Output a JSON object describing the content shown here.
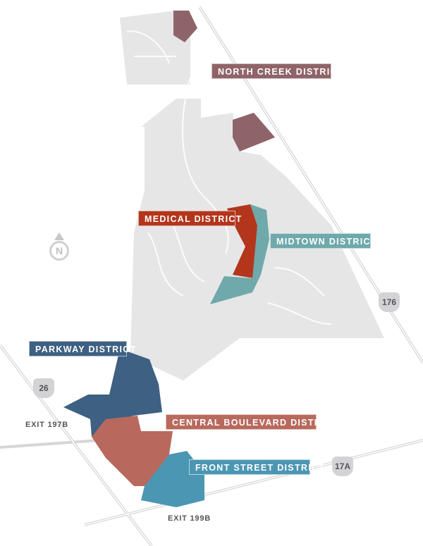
{
  "districts": [
    {
      "name": "NORTH CREEK DISTRICT",
      "color": "#8f6468"
    },
    {
      "name": "MEDICAL DISTRICT",
      "color": "#b3361c"
    },
    {
      "name": "MIDTOWN DISTRICT",
      "color": "#6fa9ab"
    },
    {
      "name": "PARKWAY DISTRICT",
      "color": "#3e6083"
    },
    {
      "name": "CENTRAL BOULEVARD DISTRICT",
      "color": "#b8695d"
    },
    {
      "name": "FRONT STREET DISTRICT",
      "color": "#4b96b3"
    }
  ],
  "exits": [
    "EXIT 197B",
    "EXIT 199B"
  ],
  "shields": [
    "26",
    "176",
    "17A"
  ],
  "compass": {
    "label": "N",
    "icon": "north-arrow-icon"
  },
  "colors": {
    "developed_area": "#e6e6e7",
    "road": "#d0d0d2"
  }
}
